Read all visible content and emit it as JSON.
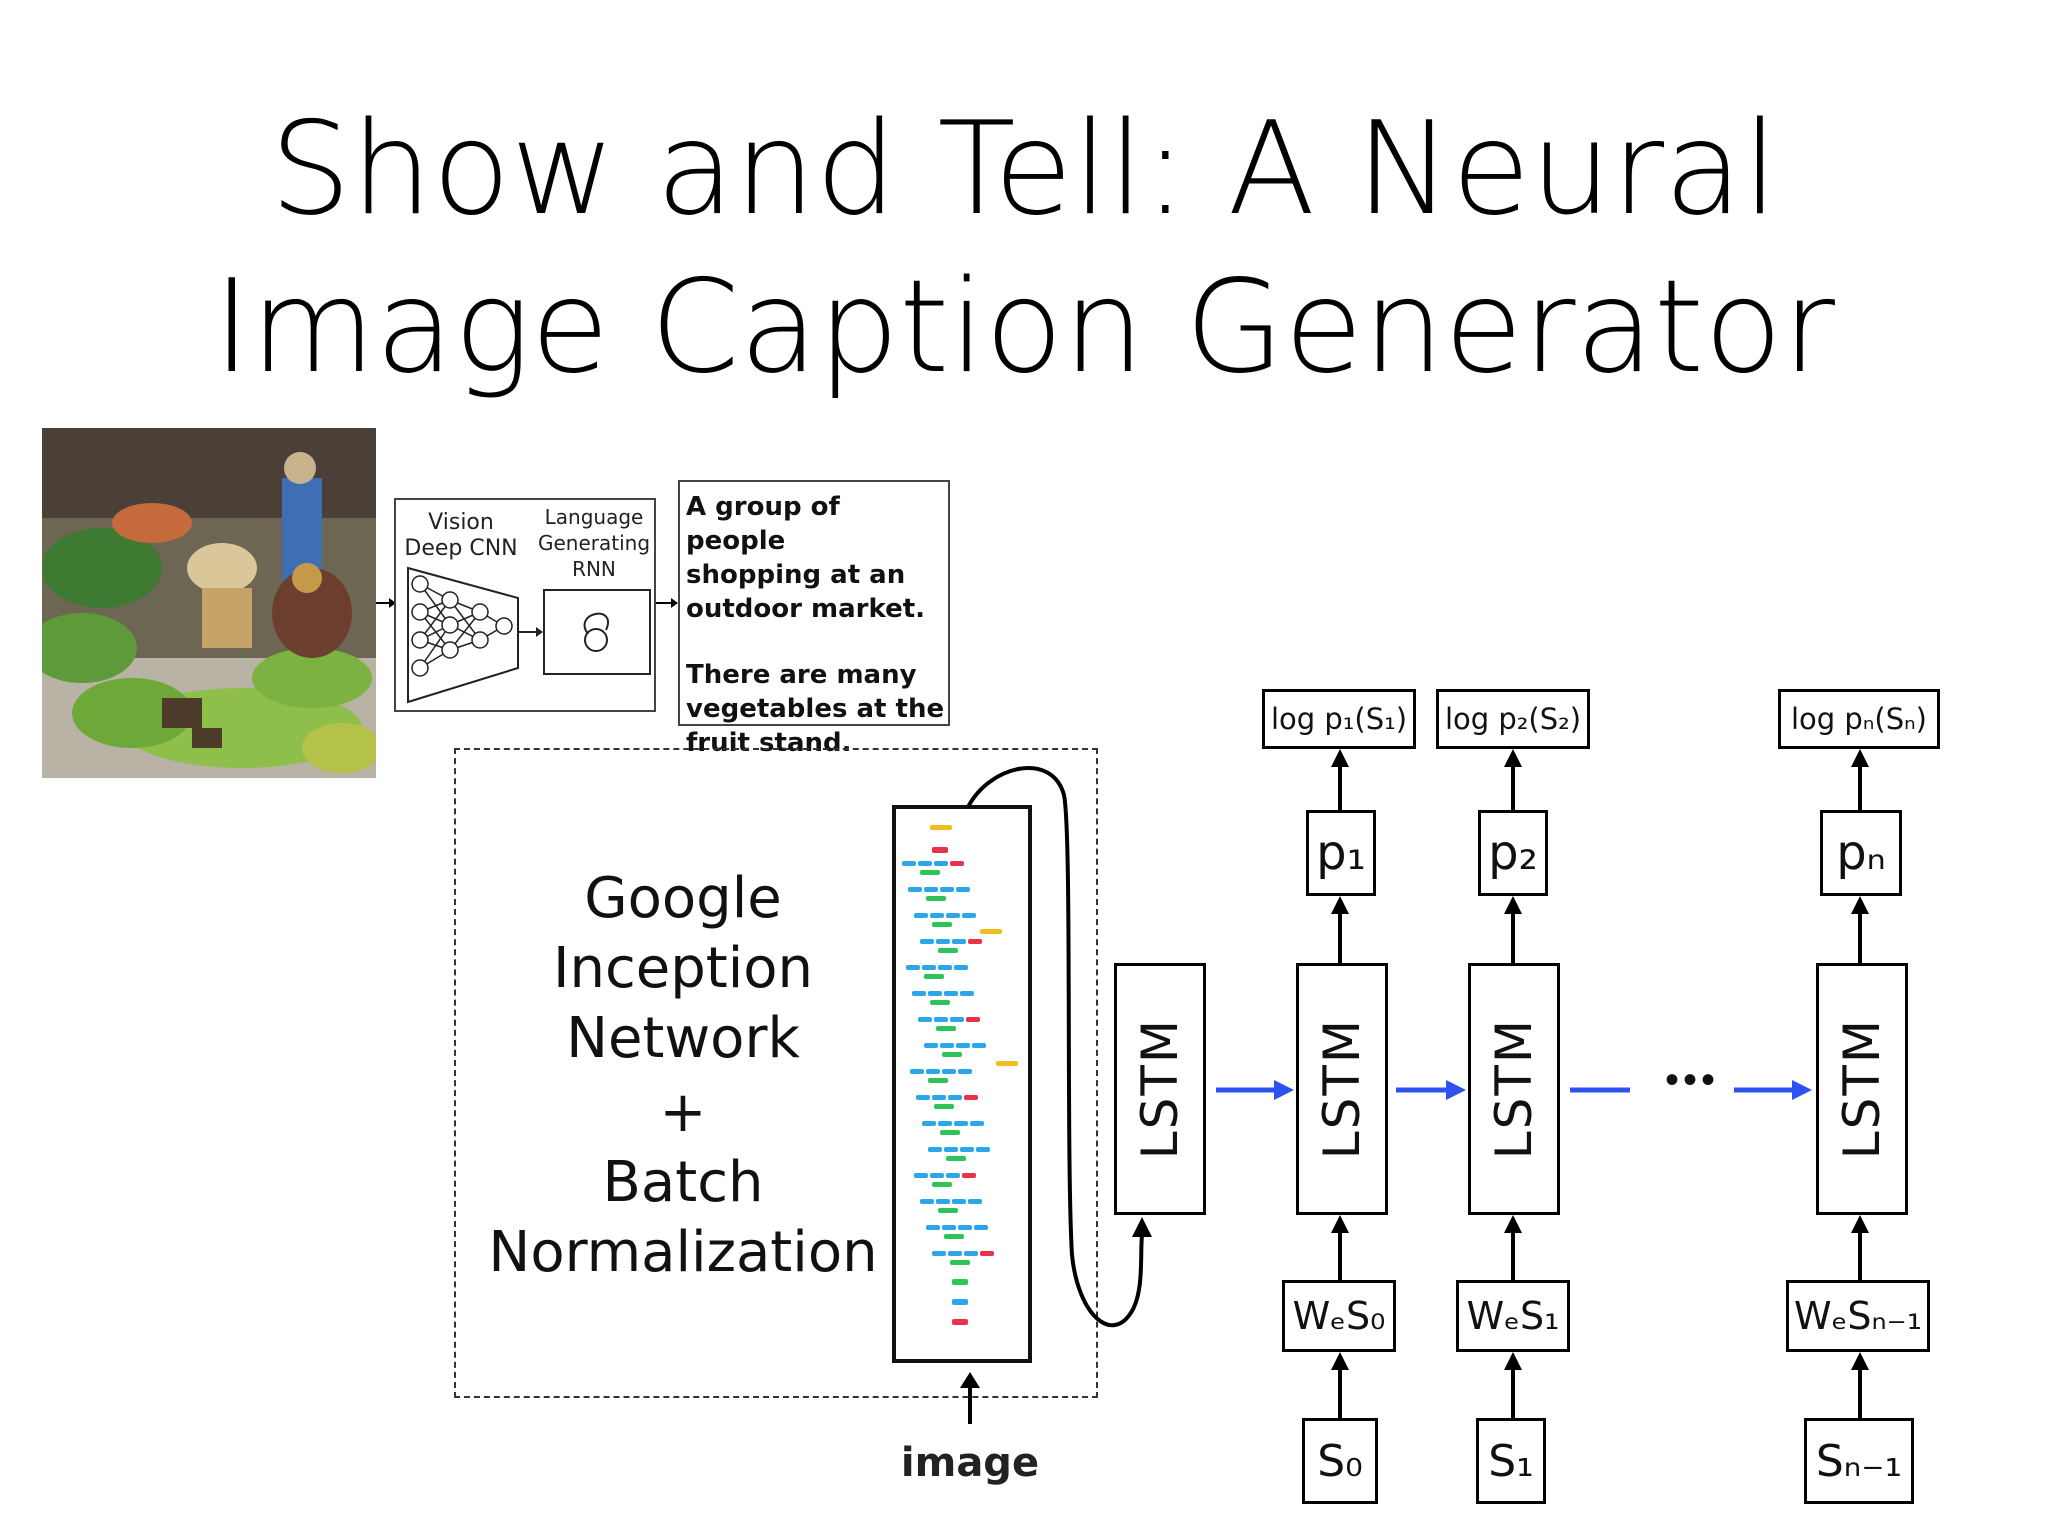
{
  "slide": {
    "title_line1": "Show and Tell: A Neural",
    "title_line2": "Image Caption Generator"
  },
  "top_diagram": {
    "vision_label_line1": "Vision",
    "vision_label_line2": "Deep CNN",
    "language_label_line1": "Language",
    "language_label_line2": "Generating",
    "language_label_line3": "RNN",
    "caption_line1": "A group of people",
    "caption_line2": "shopping at an",
    "caption_line3": "outdoor market.",
    "caption_line4": "There are many",
    "caption_line5": "vegetables at the",
    "caption_line6": "fruit stand."
  },
  "inception": {
    "line1": "Google",
    "line2": "Inception",
    "line3": "Network",
    "line4": "+",
    "line5": "Batch",
    "line6": "Normalization",
    "input_label": "image"
  },
  "unrolled": {
    "lstm_label": "LSTM",
    "outputs": [
      "log p₁(S₁)",
      "log p₂(S₂)",
      "log pₙ(Sₙ)"
    ],
    "probs": [
      "p₁",
      "p₂",
      "pₙ"
    ],
    "embeddings": [
      "WₑS₀",
      "WₑS₁",
      "WₑSₙ₋₁"
    ],
    "inputs": [
      "S₀",
      "S₁",
      "Sₙ₋₁"
    ],
    "ellipsis": "•••"
  },
  "colors": {
    "arrow_blue": "#2d52f0",
    "inception_blue": "#2ca6e8",
    "inception_green": "#2fc45a",
    "inception_red": "#e8324a",
    "inception_yellow": "#f2bd1f"
  }
}
